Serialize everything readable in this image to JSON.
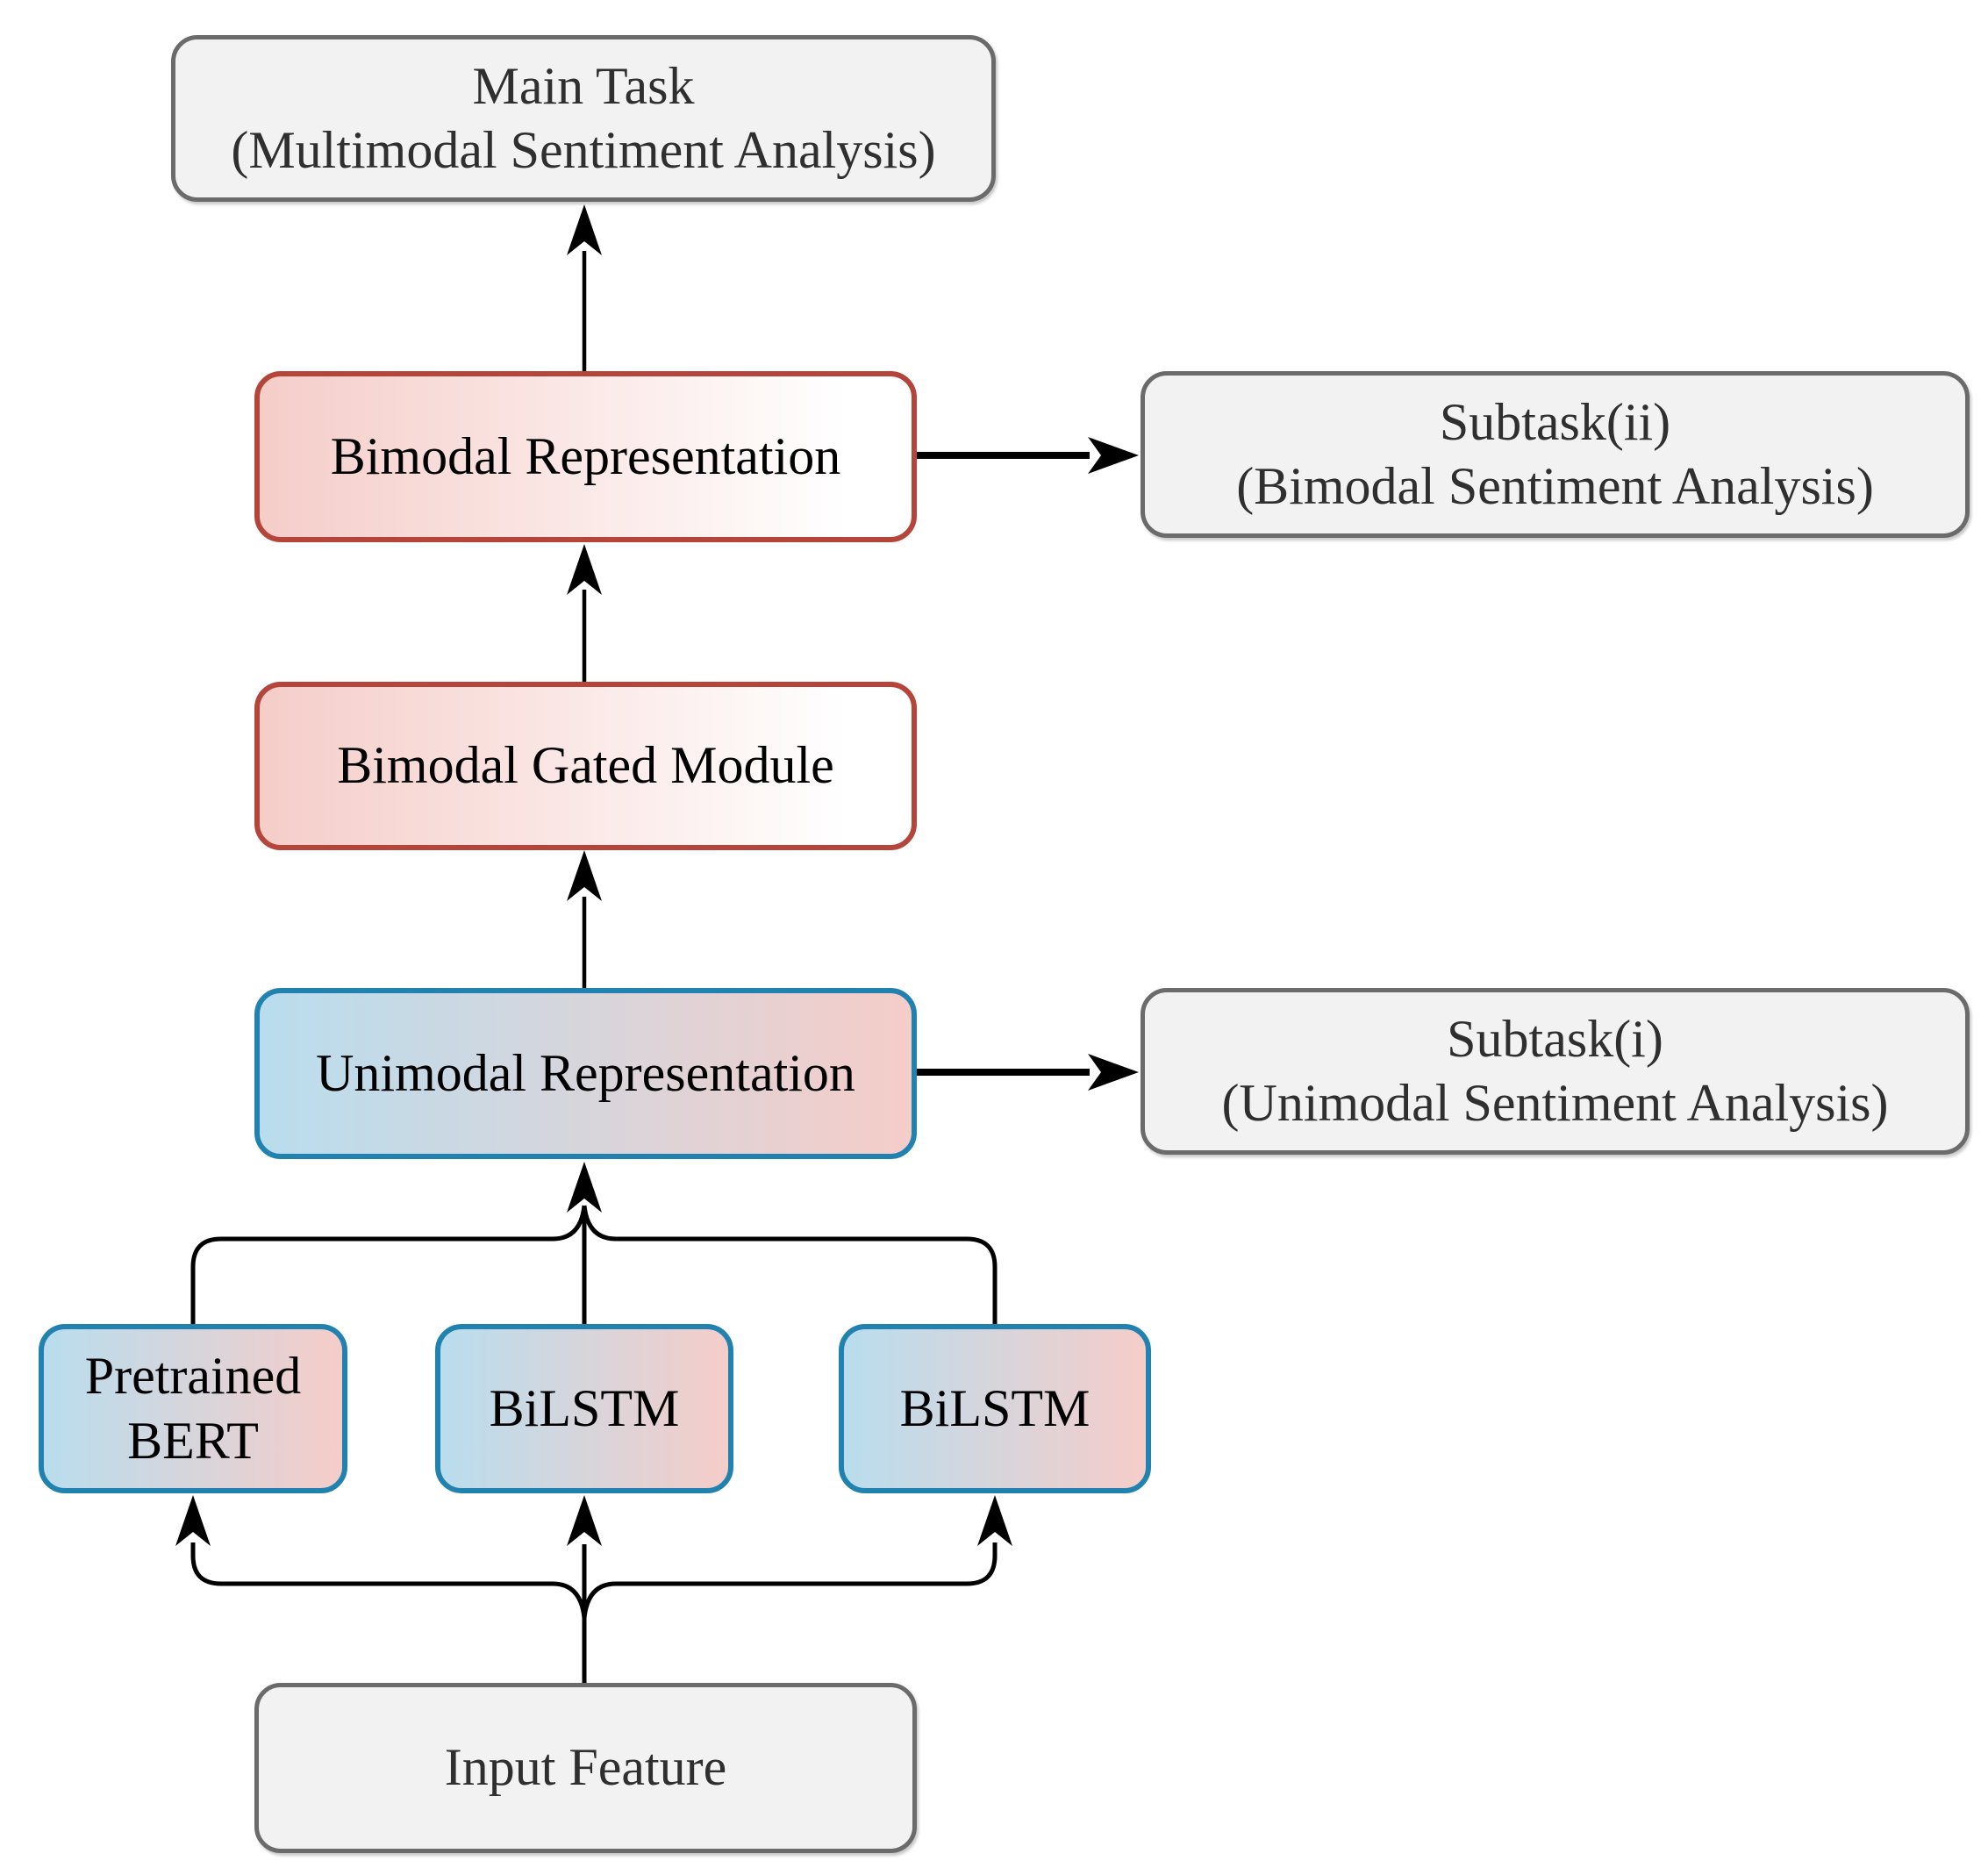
{
  "colors": {
    "background": "#ffffff",
    "gray_box_fill": "#f2f2f2",
    "gray_box_border": "#6b6b6b",
    "gray_box_text": "#2f2f2f",
    "red_box_border": "#b5453a",
    "pink_fill": "#f5cdc9",
    "white_fill": "#ffffff",
    "blue_box_border": "#2182b0",
    "blue_fill": "#b9ddee",
    "colored_box_text": "#000000",
    "arrow_color": "#000000"
  },
  "nodes": {
    "main_task": {
      "line1": "Main Task",
      "line2": "(Multimodal Sentiment Analysis)"
    },
    "bimodal_representation": {
      "label": "Bimodal Representation"
    },
    "subtask_ii": {
      "line1": "Subtask(ii)",
      "line2": "(Bimodal Sentiment Analysis)"
    },
    "bimodal_gated_module": {
      "label": "Bimodal Gated Module"
    },
    "unimodal_representation": {
      "label": "Unimodal Representation"
    },
    "subtask_i": {
      "line1": "Subtask(i)",
      "line2": "(Unimodal Sentiment Analysis)"
    },
    "pretrained_bert": {
      "line1": "Pretrained",
      "line2": "BERT"
    },
    "bilstm_1": {
      "label": "BiLSTM"
    },
    "bilstm_2": {
      "label": "BiLSTM"
    },
    "input_feature": {
      "label": "Input Feature"
    }
  }
}
